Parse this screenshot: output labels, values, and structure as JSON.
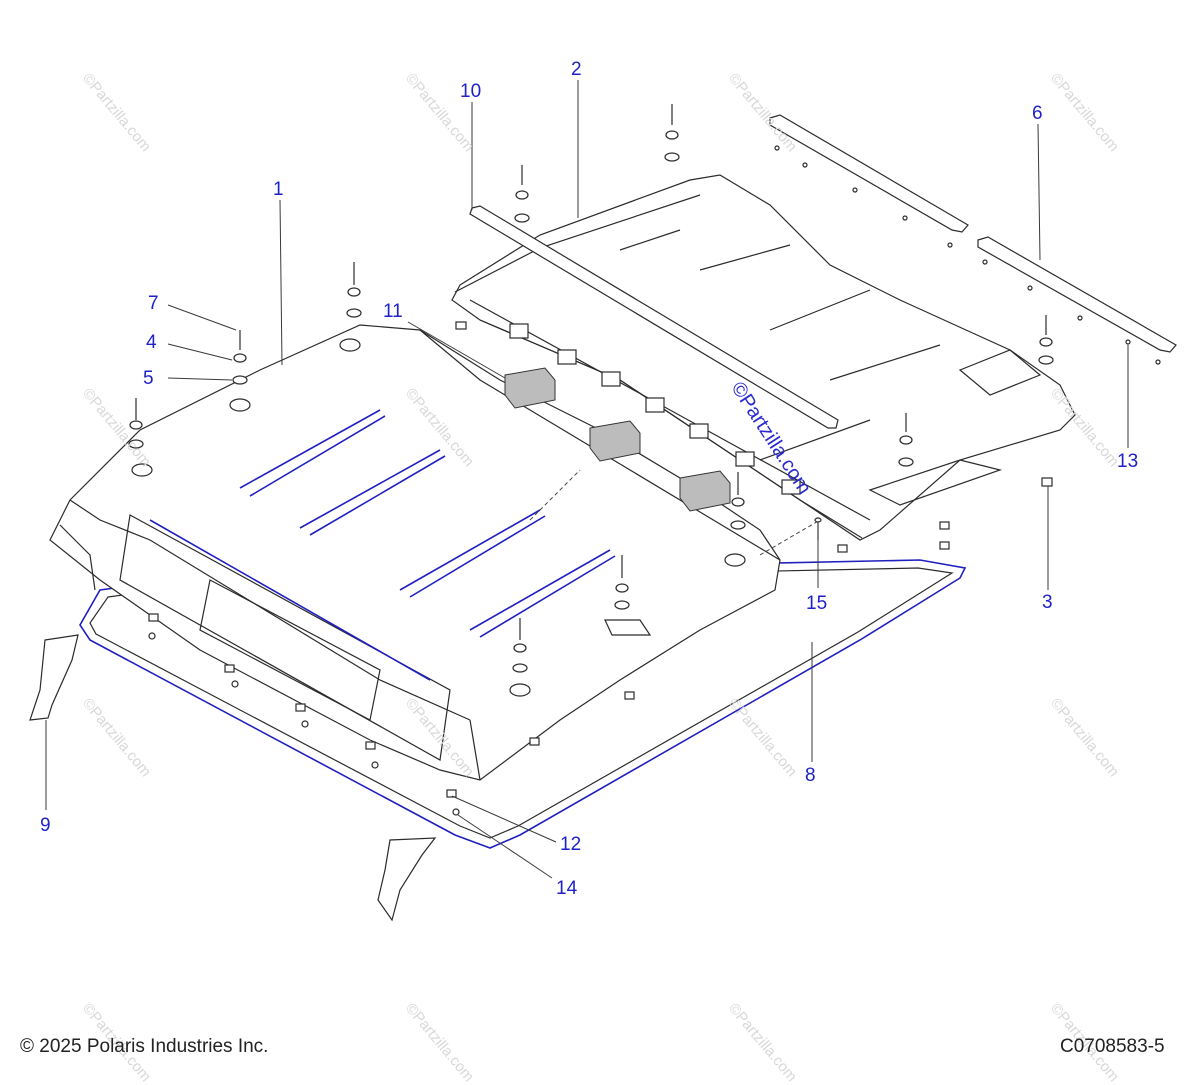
{
  "diagram": {
    "callouts": [
      {
        "id": "c1",
        "label": "1"
      },
      {
        "id": "c2",
        "label": "2"
      },
      {
        "id": "c3",
        "label": "3"
      },
      {
        "id": "c4",
        "label": "4"
      },
      {
        "id": "c5",
        "label": "5"
      },
      {
        "id": "c6",
        "label": "6"
      },
      {
        "id": "c7",
        "label": "7"
      },
      {
        "id": "c8",
        "label": "8"
      },
      {
        "id": "c9",
        "label": "9"
      },
      {
        "id": "c10",
        "label": "10"
      },
      {
        "id": "c11",
        "label": "11"
      },
      {
        "id": "c12",
        "label": "12"
      },
      {
        "id": "c13",
        "label": "13"
      },
      {
        "id": "c14",
        "label": "14"
      },
      {
        "id": "c15",
        "label": "15"
      }
    ],
    "watermark_text": "©Partzilla.com"
  },
  "footer": {
    "copyright": "© 2025 Polaris Industries Inc.",
    "code": "C0708583-5"
  },
  "colors": {
    "callout": "#1f22c8",
    "outline": "#2b2b2b",
    "accent_line": "#2020c0",
    "watermark": "#d8d8d8"
  }
}
